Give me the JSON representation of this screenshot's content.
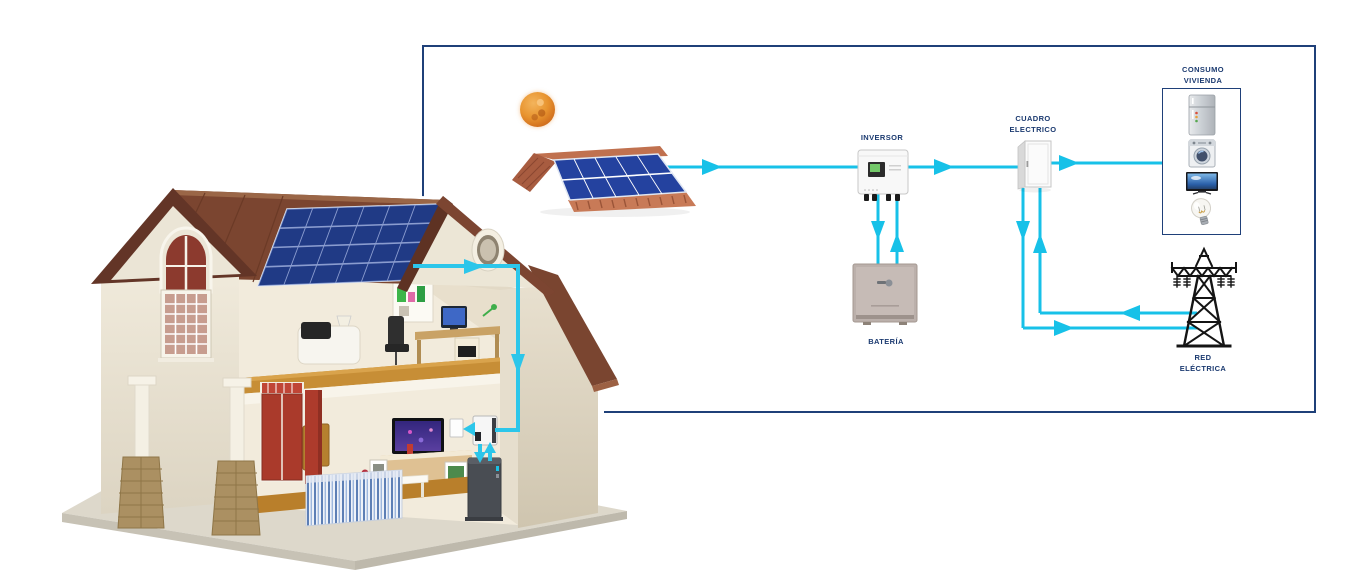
{
  "colors": {
    "accent_cyan": "#17c1e8",
    "label_navy": "#1b3a70",
    "frame_navy": "#1f4079",
    "roof_brown": "#7b4530",
    "panel_blue": "#24429f"
  },
  "diagram": {
    "labels": {
      "inversor": "INVERSOR",
      "bateria": "BATERÍA",
      "cuadro_electrico": "CUADRO ELECTRICO",
      "consumo_vivienda": "CONSUMO VIVIENDA",
      "red_electrica": "RED ELÉCTRICA"
    },
    "icons": [
      "sun-icon",
      "solar-panel-array-icon",
      "inverter-icon",
      "battery-icon",
      "electrical-panel-icon",
      "fridge-icon",
      "washing-machine-icon",
      "tv-icon",
      "light-bulb-icon",
      "power-tower-icon",
      "house-illustration"
    ],
    "connections": [
      {
        "from": "paneles_solares",
        "to": "inversor",
        "direction": "one-way"
      },
      {
        "from": "inversor",
        "to": "cuadro_electrico",
        "direction": "one-way"
      },
      {
        "from": "cuadro_electrico",
        "to": "consumo_vivienda",
        "direction": "one-way"
      },
      {
        "from": "inversor",
        "to": "bateria",
        "direction": "two-way"
      },
      {
        "from": "cuadro_electrico",
        "to": "red_electrica",
        "direction": "two-way"
      },
      {
        "from": "paneles_tejado_vivienda",
        "to": "inversor_vivienda",
        "direction": "one-way"
      },
      {
        "from": "inversor_vivienda",
        "to": "bateria_vivienda",
        "direction": "two-way"
      }
    ]
  }
}
